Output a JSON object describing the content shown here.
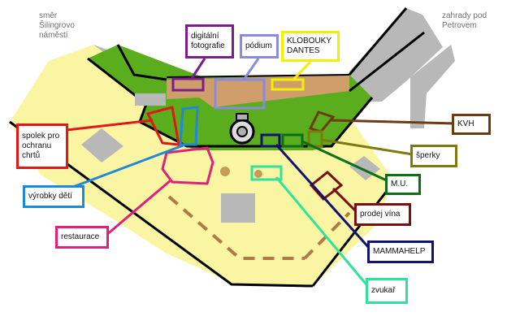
{
  "corner_labels": {
    "top_left": [
      "směr",
      "Šilingrovo",
      "náměstí"
    ],
    "top_right": [
      "zahrady pod",
      "Petrovem"
    ]
  },
  "stall_labels": {
    "digitalni_fotografie": [
      "digitální",
      "fotografie"
    ],
    "podium": "pódium",
    "klobouky_dantes": [
      "KLOBOUKY",
      "DANTES"
    ],
    "spolek": [
      "spolek pro",
      "ochranu",
      "chrtů"
    ],
    "vyrobky_deti": "výrobky dětí",
    "restaurace": "restaurace",
    "kvh": "KVH",
    "sperky": "šperky",
    "mu": "M.U.",
    "prodej_vina": "prodej vína",
    "mammahelp": "MAMMAHELP",
    "zvukar": "zvukař"
  },
  "colors": {
    "ground": "#f9f5a3",
    "grass": "#5aad1c",
    "path": "#b8b8b8",
    "building": "#cf9e6a",
    "outline": "#000000",
    "dashes": "#b07a45",
    "digitalni_fotografie": "#7a1f8a",
    "podium": "#8a8ae0",
    "klobouky_dantes": "#f0f000",
    "spolek": "#e01818",
    "vyrobky_deti": "#1f88d8",
    "restaurace": "#e0207a",
    "kvh": "#6b3b12",
    "sperky": "#7f7a10",
    "mu": "#0f6e1a",
    "prodej_vina": "#7a0f0f",
    "mammahelp": "#121270",
    "zvukar": "#2fe39a"
  }
}
